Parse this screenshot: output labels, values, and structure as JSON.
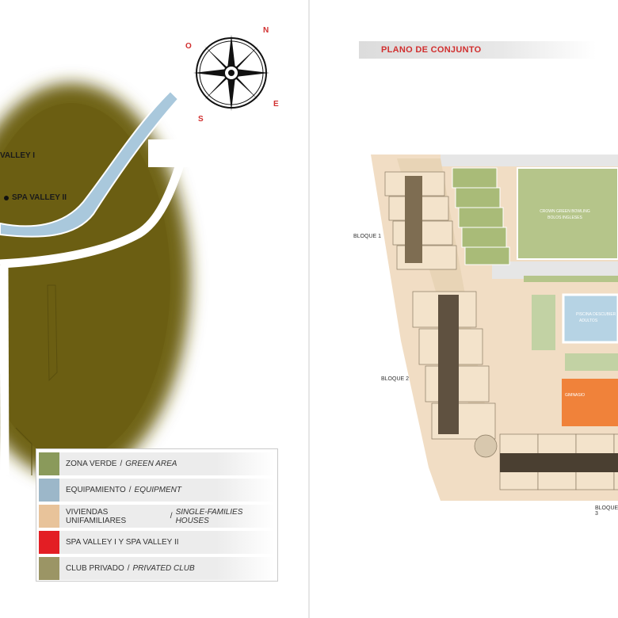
{
  "compass": {
    "n": "N",
    "o": "O",
    "s": "S",
    "e": "E"
  },
  "map_labels": {
    "spa_valley_1": "VALLEY I",
    "spa_valley_2": "SPA VALLEY II"
  },
  "legend": [
    {
      "es": "ZONA VERDE",
      "en": "GREEN AREA",
      "color": "#8a9a5b"
    },
    {
      "es": "EQUIPAMIENTO",
      "en": "EQUIPMENT",
      "color": "#9cb7c9"
    },
    {
      "es": "VIVIENDAS UNIFAMILIARES",
      "en": "SINGLE-FAMILIES HOUSES",
      "color": "#e8c39a"
    },
    {
      "es": "SPA VALLEY I Y SPA VALLEY II",
      "en": "",
      "color": "#e31e24"
    },
    {
      "es": "CLUB PRIVADO",
      "en": "PRIVATED CLUB",
      "color": "#9b9565"
    }
  ],
  "plan": {
    "title": "PLANO DE CONJUNTO",
    "blocks": {
      "b1": "BLOQUE 1",
      "b2": "BLOQUE 2",
      "b3": "BLOQUE 3"
    },
    "bowling_line1": "CROWN GREEN BOWLING",
    "bowling_line2": "BOLOS INGLESES",
    "pool_line1": "PISCINA DESCUBIER",
    "pool_line2": "ADULTOS",
    "gym": "GIMNASIO"
  },
  "colors": {
    "club": "#6b5e12",
    "river": "#a9c8dc",
    "green": "#b5c58a",
    "house": "#e9cfa8",
    "gym": "#f0823a"
  }
}
